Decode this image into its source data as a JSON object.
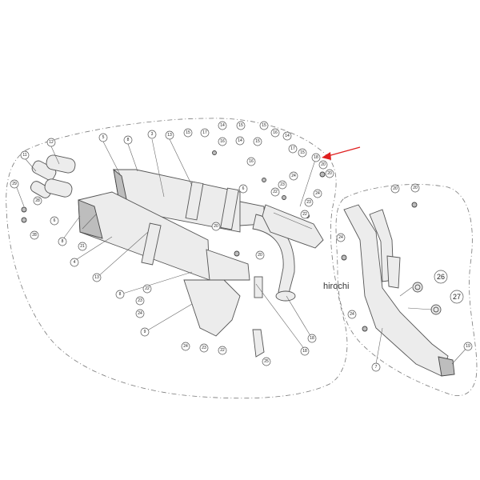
{
  "watermark": "hirochi",
  "highlight_color": "#e02020",
  "callouts": {
    "c12": "12",
    "c11": "11",
    "c5": "5",
    "c8a": "8",
    "c3": "3",
    "c13a": "13",
    "c15a": "15",
    "c17a": "17",
    "c14a": "14",
    "c15b": "15",
    "c16a": "16",
    "c15c": "15",
    "c16b": "16",
    "c14b": "14",
    "c17b": "17",
    "c15d": "15",
    "c15e": "15",
    "c14c": "14",
    "c16c": "16",
    "c18a": "18",
    "c29": "29",
    "c28a": "28",
    "c28b": "28",
    "c6a": "6",
    "c6b": "6",
    "c8b": "8",
    "c21": "21",
    "c4": "4",
    "c13b": "13",
    "c20a": "20",
    "c20b": "20",
    "c20c": "20",
    "c20d": "20",
    "c24a": "24",
    "c22a": "22",
    "c23a": "23",
    "c22b": "22",
    "c23b": "23",
    "c24b": "24",
    "c8c": "8",
    "c22c": "22",
    "c23c": "23",
    "c24c": "24",
    "c9": "9",
    "c24d": "24",
    "c23d": "23",
    "c22d": "22",
    "c25": "25",
    "c18b": "18",
    "c18c": "18",
    "c20e": "20",
    "c20f": "20",
    "c24e": "24",
    "c26": "26",
    "c27": "27",
    "c24f": "24",
    "c7": "7",
    "c19": "19"
  }
}
